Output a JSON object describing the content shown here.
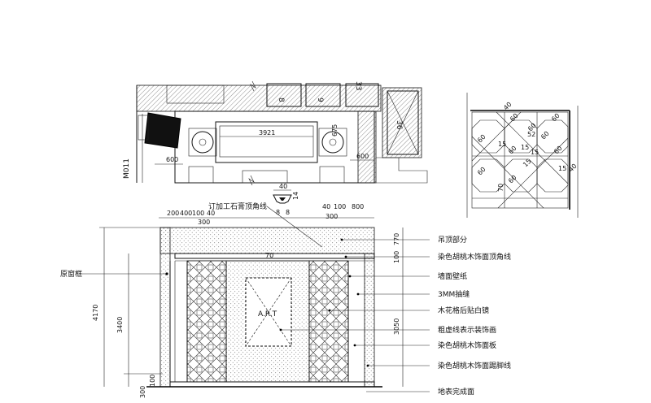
{
  "plan": {
    "sofa_width": "3921",
    "dim_675": "675",
    "dim_600_left": "600",
    "dim_600_right": "600",
    "room_8": "8",
    "room_9": "9",
    "room_33": "33",
    "room_36": "36",
    "wall_tag": "M011"
  },
  "detail": {
    "d1": "40",
    "d2": "60",
    "d3": "60",
    "d4": "60",
    "d5": "52",
    "d6": "60",
    "d7": "60",
    "d8": "15",
    "d9": "15",
    "d10": "60",
    "d11": "15",
    "d12": "60",
    "d13": "15",
    "d14": "60",
    "d15": "70",
    "d16": "60",
    "d17": "40",
    "d18": "15"
  },
  "molding": {
    "label": "订加工石膏顶角线",
    "d_40": "40",
    "d_8a": "8",
    "d_8b": "8",
    "d_14": "14"
  },
  "elevation": {
    "top_dims": [
      "200",
      "400",
      "100",
      "40"
    ],
    "top_dims_right": [
      "40",
      "100",
      "800"
    ],
    "dim_300_left": "300",
    "dim_300_right": "300",
    "dim_70": "70",
    "left_total": "4170",
    "left_3400": "3400",
    "left_300": "300",
    "left_100": "100",
    "right_770": "770",
    "right_100": "100",
    "right_3050": "3050",
    "art_text": "A.R.T",
    "left_label": "原窗框",
    "callouts": [
      "吊顶部分",
      "染色胡桃木饰面顶角线",
      "墙面壁纸",
      "3MM抽缝",
      "木花格后贴白镜",
      "粗虚线表示装饰画",
      "染色胡桃木饰面板",
      "染色胡桃木饰面踢脚线",
      "地表完成面"
    ]
  }
}
